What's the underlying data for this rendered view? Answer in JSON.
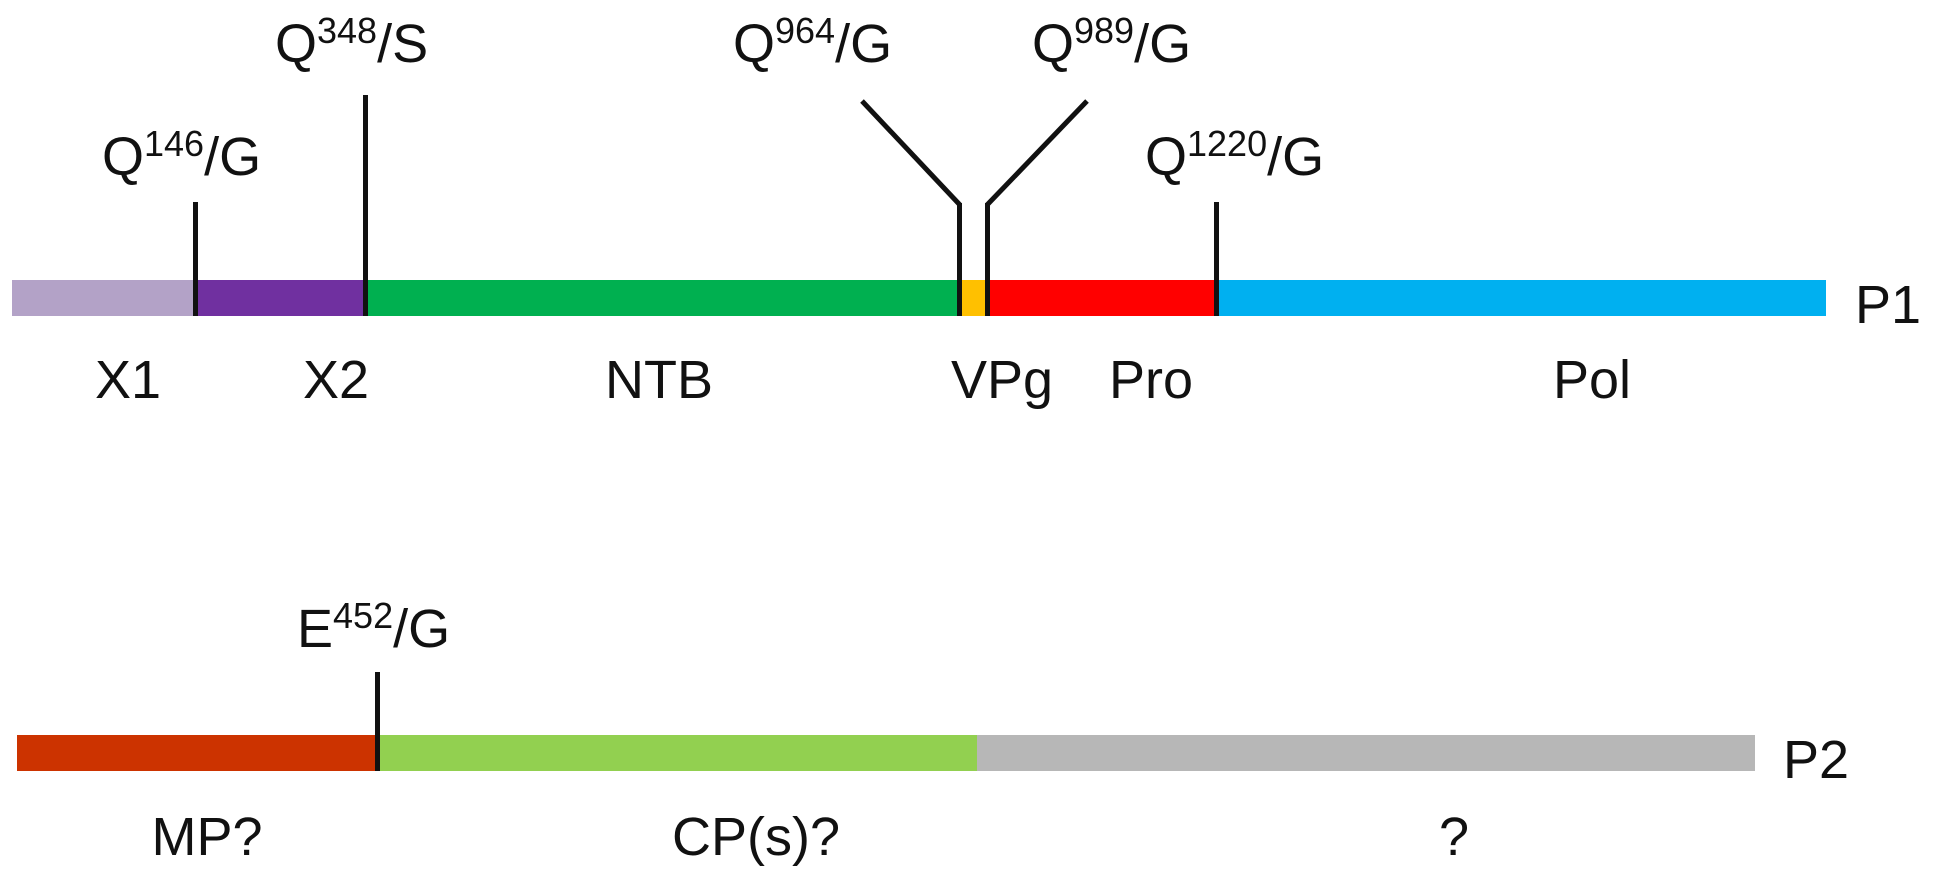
{
  "p1": {
    "name": "P1",
    "segments": [
      {
        "label": "X1",
        "color": "#b3a2c7"
      },
      {
        "label": "X2",
        "color": "#7030a0"
      },
      {
        "label": "NTB",
        "color": "#00b050"
      },
      {
        "label": "VPg",
        "color": "#ffc000"
      },
      {
        "label": "Pro",
        "color": "#ff0000"
      },
      {
        "label": "Pol",
        "color": "#00b0f0"
      }
    ],
    "cleavage_sites": [
      {
        "residue": "Q",
        "position": "146",
        "next": "G"
      },
      {
        "residue": "Q",
        "position": "348",
        "next": "S"
      },
      {
        "residue": "Q",
        "position": "964",
        "next": "G"
      },
      {
        "residue": "Q",
        "position": "989",
        "next": "G"
      },
      {
        "residue": "Q",
        "position": "1220",
        "next": "G"
      }
    ]
  },
  "p2": {
    "name": "P2",
    "segments": [
      {
        "label": "MP?",
        "color": "#cc3300"
      },
      {
        "label": "CP(s)?",
        "color": "#92d050"
      },
      {
        "label": "?",
        "color": "#b7b7b7"
      }
    ],
    "cleavage_sites": [
      {
        "residue": "E",
        "position": "452",
        "next": "G"
      }
    ]
  }
}
